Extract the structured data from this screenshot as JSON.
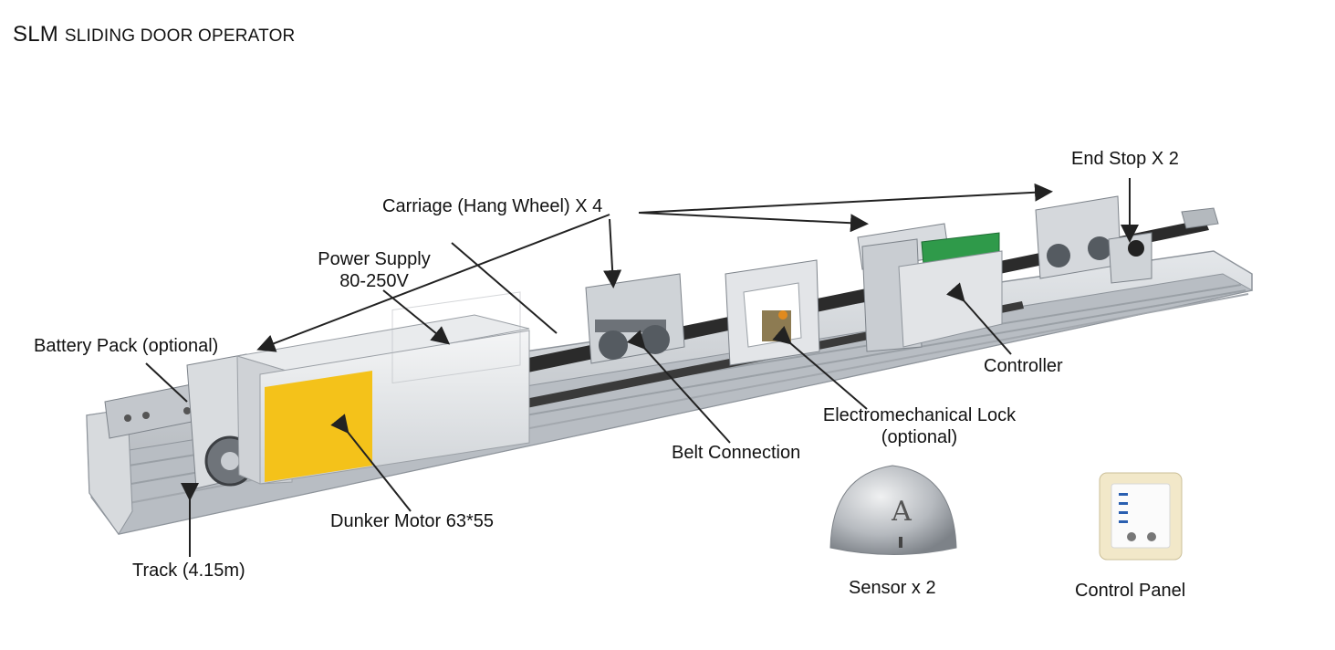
{
  "title": {
    "prefix": "SLM",
    "rest": "SLIDING DOOR OPERATOR"
  },
  "labels": {
    "end_stop": "End Stop X 2",
    "carriage": "Carriage (Hang Wheel) X 4",
    "power_supply_1": "Power Supply",
    "power_supply_2": "80-250V",
    "battery_pack": "Battery Pack (optional)",
    "controller": "Controller",
    "lock_1": "Electromechanical Lock",
    "lock_2": "(optional)",
    "belt": "Belt Connection",
    "motor": "Dunker Motor 63*55",
    "track": "Track (4.15m)",
    "sensor": "Sensor x 2",
    "control_panel": "Control Panel"
  },
  "colors": {
    "aluminium": "#c9cdd2",
    "aluminium_dark": "#8e949b",
    "motor_label": "#f4c21a",
    "belt": "#2b2b2b",
    "board": "#2f9a4a",
    "panel_frame": "#f2e8c9"
  }
}
